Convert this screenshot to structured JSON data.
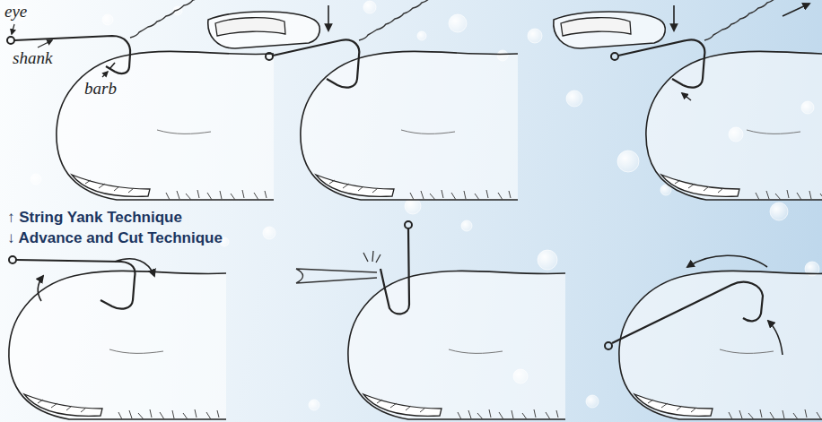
{
  "diagram": {
    "labels": [
      "eye",
      "shank",
      "barb",
      "↑ String Yank Technique",
      "↓ Advance and Cut Technique"
    ]
  }
}
